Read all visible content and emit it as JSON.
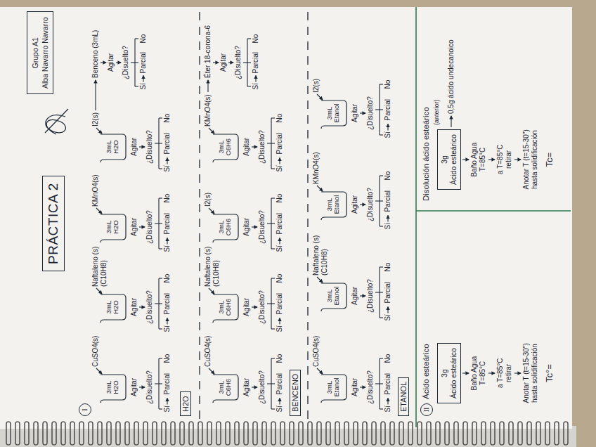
{
  "diagram": {
    "nodes": [
      {
        "text": [
          "PRÁCTICA 2"
        ]
      },
      {
        "text": [
          "Grupo A1",
          "Alba Navarro Navarro"
        ]
      },
      {
        "text": [
          "I"
        ]
      },
      {
        "text": [
          "3mL H2O"
        ]
      },
      {
        "text": [
          "3mL H2O"
        ]
      },
      {
        "text": [
          "3mL H2O"
        ]
      },
      {
        "text": [
          "3mL H2O"
        ]
      },
      {
        "text": [
          "H2O"
        ]
      },
      {
        "text": [
          "3mL C6H6"
        ]
      },
      {
        "text": [
          "3mL C6H6"
        ]
      },
      {
        "text": [
          "3mL C6H6"
        ]
      },
      {
        "text": [
          "3mL C6H6"
        ]
      },
      {
        "text": [
          "BENCENO"
        ]
      },
      {
        "text": [
          "3mL Etanol"
        ]
      },
      {
        "text": [
          "3mL Etanol"
        ]
      },
      {
        "text": [
          "3mL Etanol"
        ]
      },
      {
        "text": [
          "3mL Etanol"
        ]
      },
      {
        "text": [
          "ETANOL"
        ]
      },
      {
        "text": [
          "II"
        ]
      },
      {
        "text": [
          "3g",
          "Ácido esteárico"
        ]
      },
      {
        "text": [
          "3g",
          "Ácido esteárico"
        ]
      }
    ],
    "labels": [
      "CuSO4(s)",
      "Agitar",
      "¿Disuelto?",
      "Sí",
      "Parcial",
      "No",
      "Naftaleno (s) (C10H8)",
      "Agitar",
      "¿Disuelto?",
      "Sí",
      "Parcial",
      "No",
      "KMnO4(s)",
      "Agitar",
      "¿Disuelto?",
      "Sí",
      "Parcial",
      "No",
      "I2(s)",
      "Agitar",
      "¿Disuelto?",
      "Sí",
      "Parcial",
      "No",
      "Benceno (3mL)",
      "Agitar",
      "¿Disuelto?",
      "Sí",
      "Parcial",
      "No",
      "CuSO4(s)",
      "Agitar",
      "¿Disuelto?",
      "Sí",
      "Parcial",
      "No",
      "Naftaleno (s) (C10H8)",
      "Agitar",
      "¿Disuelto?",
      "Sí",
      "Parcial",
      "No",
      "I2(s)",
      "Agitar",
      "¿Disuelto?",
      "Sí",
      "Parcial",
      "No",
      "KMnO4(s)",
      "Agitar",
      "¿Disuelto?",
      "Sí",
      "Parcial",
      "No",
      "Éter 18-corona-6",
      "Agitar",
      "¿Disuelto?",
      "Sí",
      "Parcial",
      "No",
      "CuSO4(s)",
      "Agitar",
      "¿Disuelto?",
      "Sí",
      "Parcial",
      "No",
      "Naftaleno (s) (C10H8)",
      "Agitar",
      "¿Disuelto?",
      "Sí",
      "Parcial",
      "No",
      "KMnO4(s)",
      "Agitar",
      "¿Disuelto?",
      "Sí",
      "Parcial",
      "No",
      "I2(s)",
      "Agitar",
      "¿Disuelto?",
      "Sí",
      "Parcial",
      "No",
      "Ácido esteárico",
      "Baño Agua",
      "T=85°C",
      "a T=85°C",
      "retirar",
      "Anotar T (t=15-30'')",
      "hasta solidificación",
      "Tc°=",
      "Disolución ácido esteárico",
      "(anterior)",
      "0,5g ácido undecanoico",
      "Baño Agua",
      "T=85°C",
      "a T=85°C",
      "retirar",
      "Anotar T (t=15-30'')",
      "hasta solidificación",
      "Tc="
    ]
  }
}
